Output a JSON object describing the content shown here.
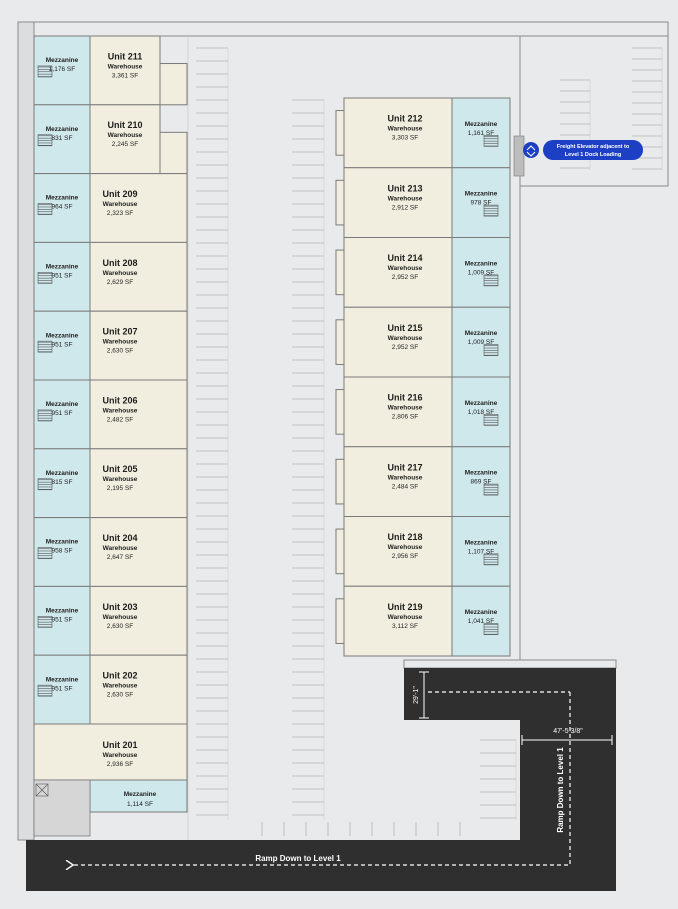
{
  "left_units": [
    {
      "unit": "Unit 211",
      "type": "Warehouse",
      "sf": "3,361 SF",
      "mz": "Mezzanine",
      "mzsf": "1,176 SF"
    },
    {
      "unit": "Unit 210",
      "type": "Warehouse",
      "sf": "2,245 SF",
      "mz": "Mezzanine",
      "mzsf": "831 SF"
    },
    {
      "unit": "Unit 209",
      "type": "Warehouse",
      "sf": "2,323 SF",
      "mz": "Mezzanine",
      "mzsf": "964 SF"
    },
    {
      "unit": "Unit 208",
      "type": "Warehouse",
      "sf": "2,629 SF",
      "mz": "Mezzanine",
      "mzsf": "951 SF"
    },
    {
      "unit": "Unit 207",
      "type": "Warehouse",
      "sf": "2,630 SF",
      "mz": "Mezzanine",
      "mzsf": "951 SF"
    },
    {
      "unit": "Unit 206",
      "type": "Warehouse",
      "sf": "2,482 SF",
      "mz": "Mezzanine",
      "mzsf": "951 SF"
    },
    {
      "unit": "Unit 205",
      "type": "Warehouse",
      "sf": "2,195 SF",
      "mz": "Mezzanine",
      "mzsf": "815 SF"
    },
    {
      "unit": "Unit 204",
      "type": "Warehouse",
      "sf": "2,647 SF",
      "mz": "Mezzanine",
      "mzsf": "958 SF"
    },
    {
      "unit": "Unit 203",
      "type": "Warehouse",
      "sf": "2,630 SF",
      "mz": "Mezzanine",
      "mzsf": "951 SF"
    },
    {
      "unit": "Unit 202",
      "type": "Warehouse",
      "sf": "2,630 SF",
      "mz": "Mezzanine",
      "mzsf": "951 SF"
    }
  ],
  "unit_201": {
    "unit": "Unit 201",
    "type": "Warehouse",
    "sf": "2,936 SF",
    "mz": "Mezzanine",
    "mzsf": "1,114 SF"
  },
  "right_units": [
    {
      "unit": "Unit 212",
      "type": "Warehouse",
      "sf": "3,303 SF",
      "mz": "Mezzanine",
      "mzsf": "1,161 SF"
    },
    {
      "unit": "Unit 213",
      "type": "Warehouse",
      "sf": "2,912 SF",
      "mz": "Mezzanine",
      "mzsf": "978 SF"
    },
    {
      "unit": "Unit 214",
      "type": "Warehouse",
      "sf": "2,952 SF",
      "mz": "Mezzanine",
      "mzsf": "1,009 SF"
    },
    {
      "unit": "Unit 215",
      "type": "Warehouse",
      "sf": "2,952 SF",
      "mz": "Mezzanine",
      "mzsf": "1,009 SF"
    },
    {
      "unit": "Unit 216",
      "type": "Warehouse",
      "sf": "2,806 SF",
      "mz": "Mezzanine",
      "mzsf": "1,018 SF"
    },
    {
      "unit": "Unit 217",
      "type": "Warehouse",
      "sf": "2,484 SF",
      "mz": "Mezzanine",
      "mzsf": "869 SF"
    },
    {
      "unit": "Unit 218",
      "type": "Warehouse",
      "sf": "2,956 SF",
      "mz": "Mezzanine",
      "mzsf": "1,107 SF"
    },
    {
      "unit": "Unit 219",
      "type": "Warehouse",
      "sf": "3,112 SF",
      "mz": "Mezzanine",
      "mzsf": "1,041 SF"
    }
  ],
  "freight_elevator": {
    "line1": "Freight Elevator adjacent to",
    "line2": "Level 1 Dock Loading"
  },
  "ramp": {
    "bottom": "Ramp Down to Level 1",
    "side": "Ramp Down to Level 1"
  },
  "dimensions": {
    "height": "29'-1\"",
    "width": "47'-5 3/8\""
  },
  "colors": {
    "warehouse": "#f2eedf",
    "mezzanine": "#cfe8ec",
    "ramp": "#2f2f30",
    "elevator_badge": "#1d3fc4",
    "background": "#e9eaeb"
  }
}
